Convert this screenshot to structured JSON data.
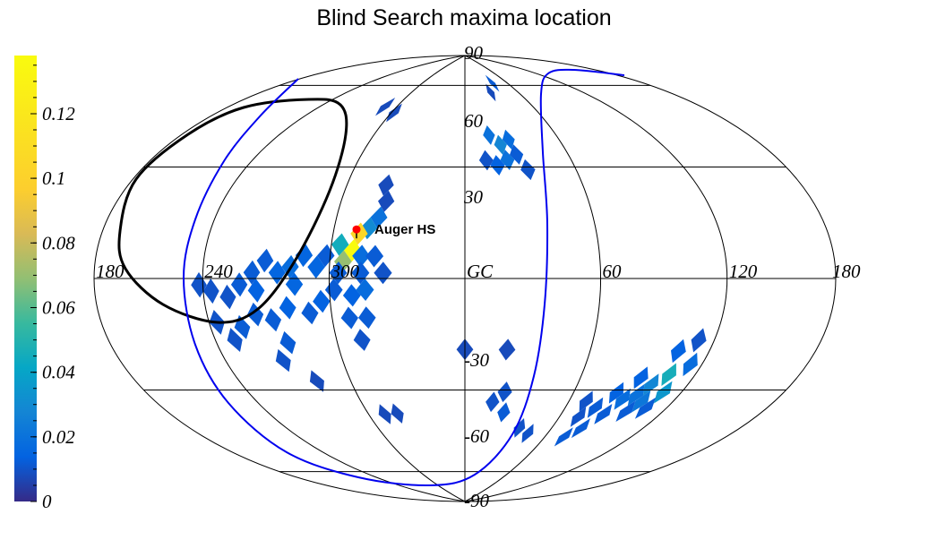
{
  "title": "Blind Search maxima location",
  "chart_data": {
    "type": "heatmap",
    "projection": "hammer-aitoff",
    "title": "Blind Search maxima location",
    "colormap": "parula",
    "colorbar": {
      "range": [
        0,
        0.138
      ],
      "ticks": [
        "0",
        "0.02",
        "0.04",
        "0.06",
        "0.08",
        "0.1",
        "0.12"
      ],
      "tick_values": [
        0,
        0.02,
        0.04,
        0.06,
        0.08,
        0.1,
        0.12
      ]
    },
    "longitude_labels": [
      "180",
      "120",
      "60",
      "GC",
      "300",
      "240",
      "180"
    ],
    "longitude_label_values": [
      180,
      120,
      60,
      0,
      -60,
      -120,
      -180
    ],
    "latitude_labels": [
      "90",
      "60",
      "30",
      "-30",
      "-60",
      "-90"
    ],
    "latitude_label_values": [
      90,
      60,
      30,
      -30,
      -60,
      -90
    ],
    "grid": true,
    "annotations": [
      {
        "text": "Auger HS",
        "l": 310.5,
        "b": 17.5,
        "marker_color": "#ff0000"
      }
    ],
    "cells": [
      {
        "l": 40,
        "b": 76,
        "v": 0.012
      },
      {
        "l": 30,
        "b": 72,
        "v": 0.008
      },
      {
        "l": 28,
        "b": 52,
        "v": 0.018
      },
      {
        "l": 22,
        "b": 50,
        "v": 0.028
      },
      {
        "l": 16,
        "b": 54,
        "v": 0.02
      },
      {
        "l": 24,
        "b": 44,
        "v": 0.02
      },
      {
        "l": 30,
        "b": 46,
        "v": 0.012
      },
      {
        "l": 34,
        "b": 40,
        "v": 0.01
      },
      {
        "l": 18,
        "b": 42,
        "v": 0.014
      },
      {
        "l": 12,
        "b": 44,
        "v": 0.01
      },
      {
        "l": -58,
        "b": 62,
        "v": 0.008
      },
      {
        "l": -70,
        "b": 64,
        "v": 0.008
      },
      {
        "l": -40,
        "b": 34,
        "v": 0.008
      },
      {
        "l": -38,
        "b": 28,
        "v": 0.008
      },
      {
        "l": -40,
        "b": 22,
        "v": 0.02
      },
      {
        "l": -44,
        "b": 18,
        "v": 0.03
      },
      {
        "l": -48,
        "b": 16,
        "v": 0.105
      },
      {
        "l": -50,
        "b": 10,
        "v": 0.138
      },
      {
        "l": -56,
        "b": 12,
        "v": 0.045
      },
      {
        "l": -54,
        "b": 6,
        "v": 0.07
      },
      {
        "l": -46,
        "b": 8,
        "v": 0.018
      },
      {
        "l": -46,
        "b": 2,
        "v": 0.012
      },
      {
        "l": -40,
        "b": 8,
        "v": 0.012
      },
      {
        "l": -36,
        "b": 2,
        "v": 0.01
      },
      {
        "l": -44,
        "b": -4,
        "v": 0.018
      },
      {
        "l": -50,
        "b": -6,
        "v": 0.014
      },
      {
        "l": -58,
        "b": -4,
        "v": 0.012
      },
      {
        "l": -56,
        "b": 2,
        "v": 0.012
      },
      {
        "l": -62,
        "b": 8,
        "v": 0.012
      },
      {
        "l": -66,
        "b": 4,
        "v": 0.015
      },
      {
        "l": -72,
        "b": 8,
        "v": 0.015
      },
      {
        "l": -78,
        "b": 4,
        "v": 0.018
      },
      {
        "l": -76,
        "b": -2,
        "v": 0.015
      },
      {
        "l": -84,
        "b": 2,
        "v": 0.015
      },
      {
        "l": -90,
        "b": 6,
        "v": 0.012
      },
      {
        "l": -96,
        "b": 2,
        "v": 0.012
      },
      {
        "l": -94,
        "b": -4,
        "v": 0.014
      },
      {
        "l": -102,
        "b": -2,
        "v": 0.012
      },
      {
        "l": -108,
        "b": -6,
        "v": 0.01
      },
      {
        "l": -116,
        "b": -4,
        "v": 0.01
      },
      {
        "l": -122,
        "b": -2,
        "v": 0.01
      },
      {
        "l": -64,
        "b": -8,
        "v": 0.014
      },
      {
        "l": -70,
        "b": -12,
        "v": 0.012
      },
      {
        "l": -80,
        "b": -10,
        "v": 0.014
      },
      {
        "l": -88,
        "b": -14,
        "v": 0.012
      },
      {
        "l": -96,
        "b": -12,
        "v": 0.012
      },
      {
        "l": -104,
        "b": -16,
        "v": 0.012
      },
      {
        "l": -110,
        "b": -20,
        "v": 0.01
      },
      {
        "l": -116,
        "b": -14,
        "v": 0.01
      },
      {
        "l": -84,
        "b": -22,
        "v": 0.012
      },
      {
        "l": -90,
        "b": -28,
        "v": 0.01
      },
      {
        "l": -52,
        "b": -14,
        "v": 0.012
      },
      {
        "l": -44,
        "b": -14,
        "v": 0.012
      },
      {
        "l": -48,
        "b": -22,
        "v": 0.01
      },
      {
        "l": -78,
        "b": -36,
        "v": 0.008
      },
      {
        "l": -42,
        "b": -50,
        "v": 0.008
      },
      {
        "l": -50,
        "b": -50,
        "v": 0.008
      },
      {
        "l": 0,
        "b": -26,
        "v": 0.008
      },
      {
        "l": 20,
        "b": -26,
        "v": 0.008
      },
      {
        "l": 22,
        "b": -42,
        "v": 0.01
      },
      {
        "l": 24,
        "b": -50,
        "v": 0.012
      },
      {
        "l": 16,
        "b": -46,
        "v": 0.01
      },
      {
        "l": 38,
        "b": -56,
        "v": 0.01
      },
      {
        "l": 46,
        "b": -58,
        "v": 0.01
      },
      {
        "l": 112,
        "b": -20,
        "v": 0.01
      },
      {
        "l": 104,
        "b": -24,
        "v": 0.014
      },
      {
        "l": 114,
        "b": -28,
        "v": 0.018
      },
      {
        "l": 106,
        "b": -32,
        "v": 0.046
      },
      {
        "l": 110,
        "b": -38,
        "v": 0.035
      },
      {
        "l": 100,
        "b": -36,
        "v": 0.028
      },
      {
        "l": 102,
        "b": -42,
        "v": 0.022
      },
      {
        "l": 96,
        "b": -40,
        "v": 0.02
      },
      {
        "l": 92,
        "b": -34,
        "v": 0.014
      },
      {
        "l": 90,
        "b": -42,
        "v": 0.018
      },
      {
        "l": 84,
        "b": -40,
        "v": 0.014
      },
      {
        "l": 86,
        "b": -48,
        "v": 0.012
      },
      {
        "l": 78,
        "b": -46,
        "v": 0.012
      },
      {
        "l": 80,
        "b": -54,
        "v": 0.012
      },
      {
        "l": 72,
        "b": -50,
        "v": 0.01
      },
      {
        "l": 74,
        "b": -58,
        "v": 0.012
      },
      {
        "l": 70,
        "b": -44,
        "v": 0.01
      },
      {
        "l": 98,
        "b": -46,
        "v": 0.012
      },
      {
        "l": 108,
        "b": -44,
        "v": 0.012
      }
    ]
  }
}
